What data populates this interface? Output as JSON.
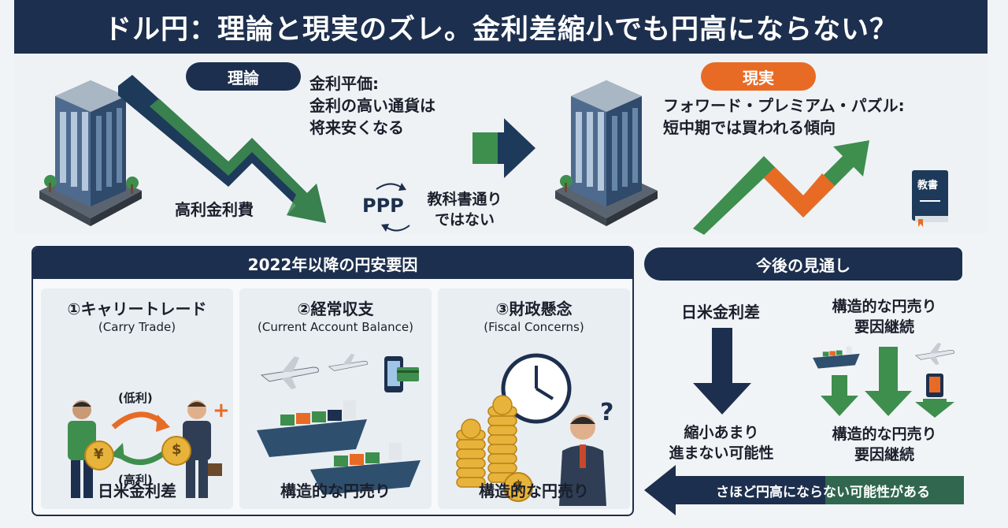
{
  "title": "ドル円：理論と現実のズレ。金利差縮小でも円高にならない？",
  "theory": {
    "label": "理論",
    "heading_line1": "金利平価:",
    "heading_line2": "金利の高い通貨は",
    "heading_line3": "将来安くなる",
    "arrow_caption": "高利金利費",
    "ppp": "PPP",
    "note_line1": "教科書通り",
    "note_line2": "ではない"
  },
  "reality": {
    "label": "現実",
    "heading_line1": "フォワード・プレミアム・パズル:",
    "heading_line2": "短中期では買われる傾向",
    "book_label": "教書"
  },
  "factors": {
    "heading": "2022年以降の円安要因",
    "cards": [
      {
        "title": "①キャリートレード",
        "subtitle": "(Carry Trade)",
        "footer": "日米金利差",
        "low": "(低利)",
        "high": "(高利)",
        "yen": "¥",
        "dollar": "$"
      },
      {
        "title": "②経常収支",
        "subtitle": "(Current Account Balance)",
        "footer": "構造的な円売り"
      },
      {
        "title": "③財政懸念",
        "subtitle": "(Fiscal Concerns)",
        "footer": "構造的な円売り",
        "question": "?",
        "dollar": "$"
      }
    ]
  },
  "outlook": {
    "heading": "今後の見通し",
    "left_top": "日米金利差",
    "left_bottom_line1": "縮小あまり",
    "left_bottom_line2": "進まない可能性",
    "right_top_line1": "構造的な円売り",
    "right_top_line2": "要因継続",
    "right_bottom_line1": "構造的な円売り",
    "right_bottom_line2": "要因継続",
    "banner": "さほど円高にならない可能性がある"
  },
  "colors": {
    "navy": "#1d2f4e",
    "orange": "#e86b25",
    "green": "#3e8e4e"
  }
}
